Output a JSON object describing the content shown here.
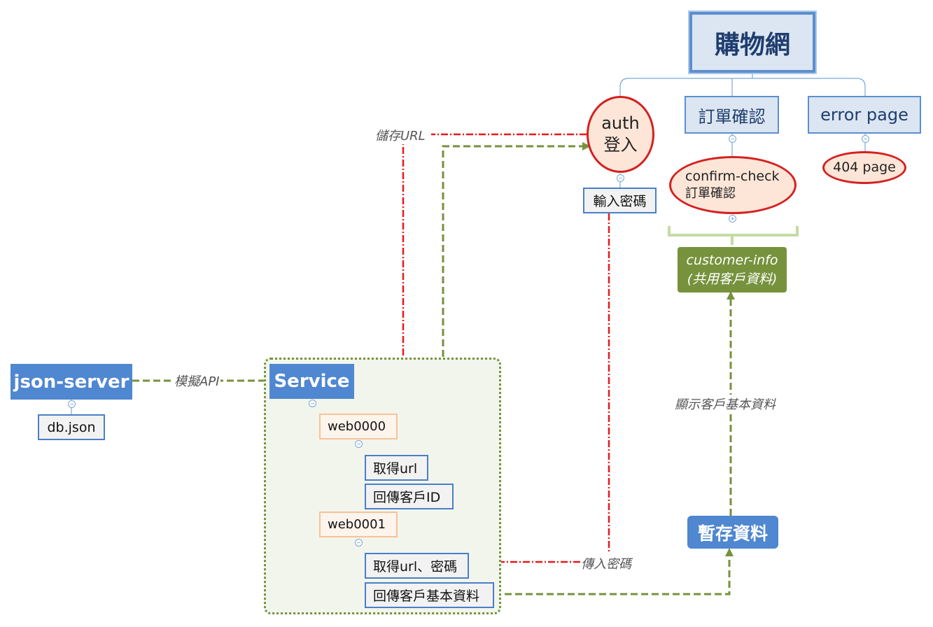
{
  "nodes": {
    "root": "購物網",
    "auth_line1": "auth",
    "auth_line2": "登入",
    "order_confirm": "訂單確認",
    "error_page": "error page",
    "input_password": "輸入密碼",
    "confirm_check_line1": "confirm-check",
    "confirm_check_line2": "訂單確認",
    "page_404": "404 page",
    "customer_info_line1": "customer-info",
    "customer_info_line2": "(共用客戶資料)",
    "json_server": "json-server",
    "db_json": "db.json",
    "service": "Service",
    "web0000": "web0000",
    "get_url": "取得url",
    "return_customer_id": "回傳客戶ID",
    "web0001": "web0001",
    "get_url_password": "取得url、密碼",
    "return_customer_basic": "回傳客戶基本資料",
    "temp_store": "暫存資料"
  },
  "edge_labels": {
    "store_url": "儲存URL",
    "mock_api": "模擬API",
    "pass_password": "傳入密碼",
    "show_customer": "顯示客戶基本資料"
  },
  "colors": {
    "red_arrow": "#e8191b",
    "green_arrow": "#76923c",
    "blue_node": "#4f87d0",
    "tree_line": "#7aa6d6"
  }
}
